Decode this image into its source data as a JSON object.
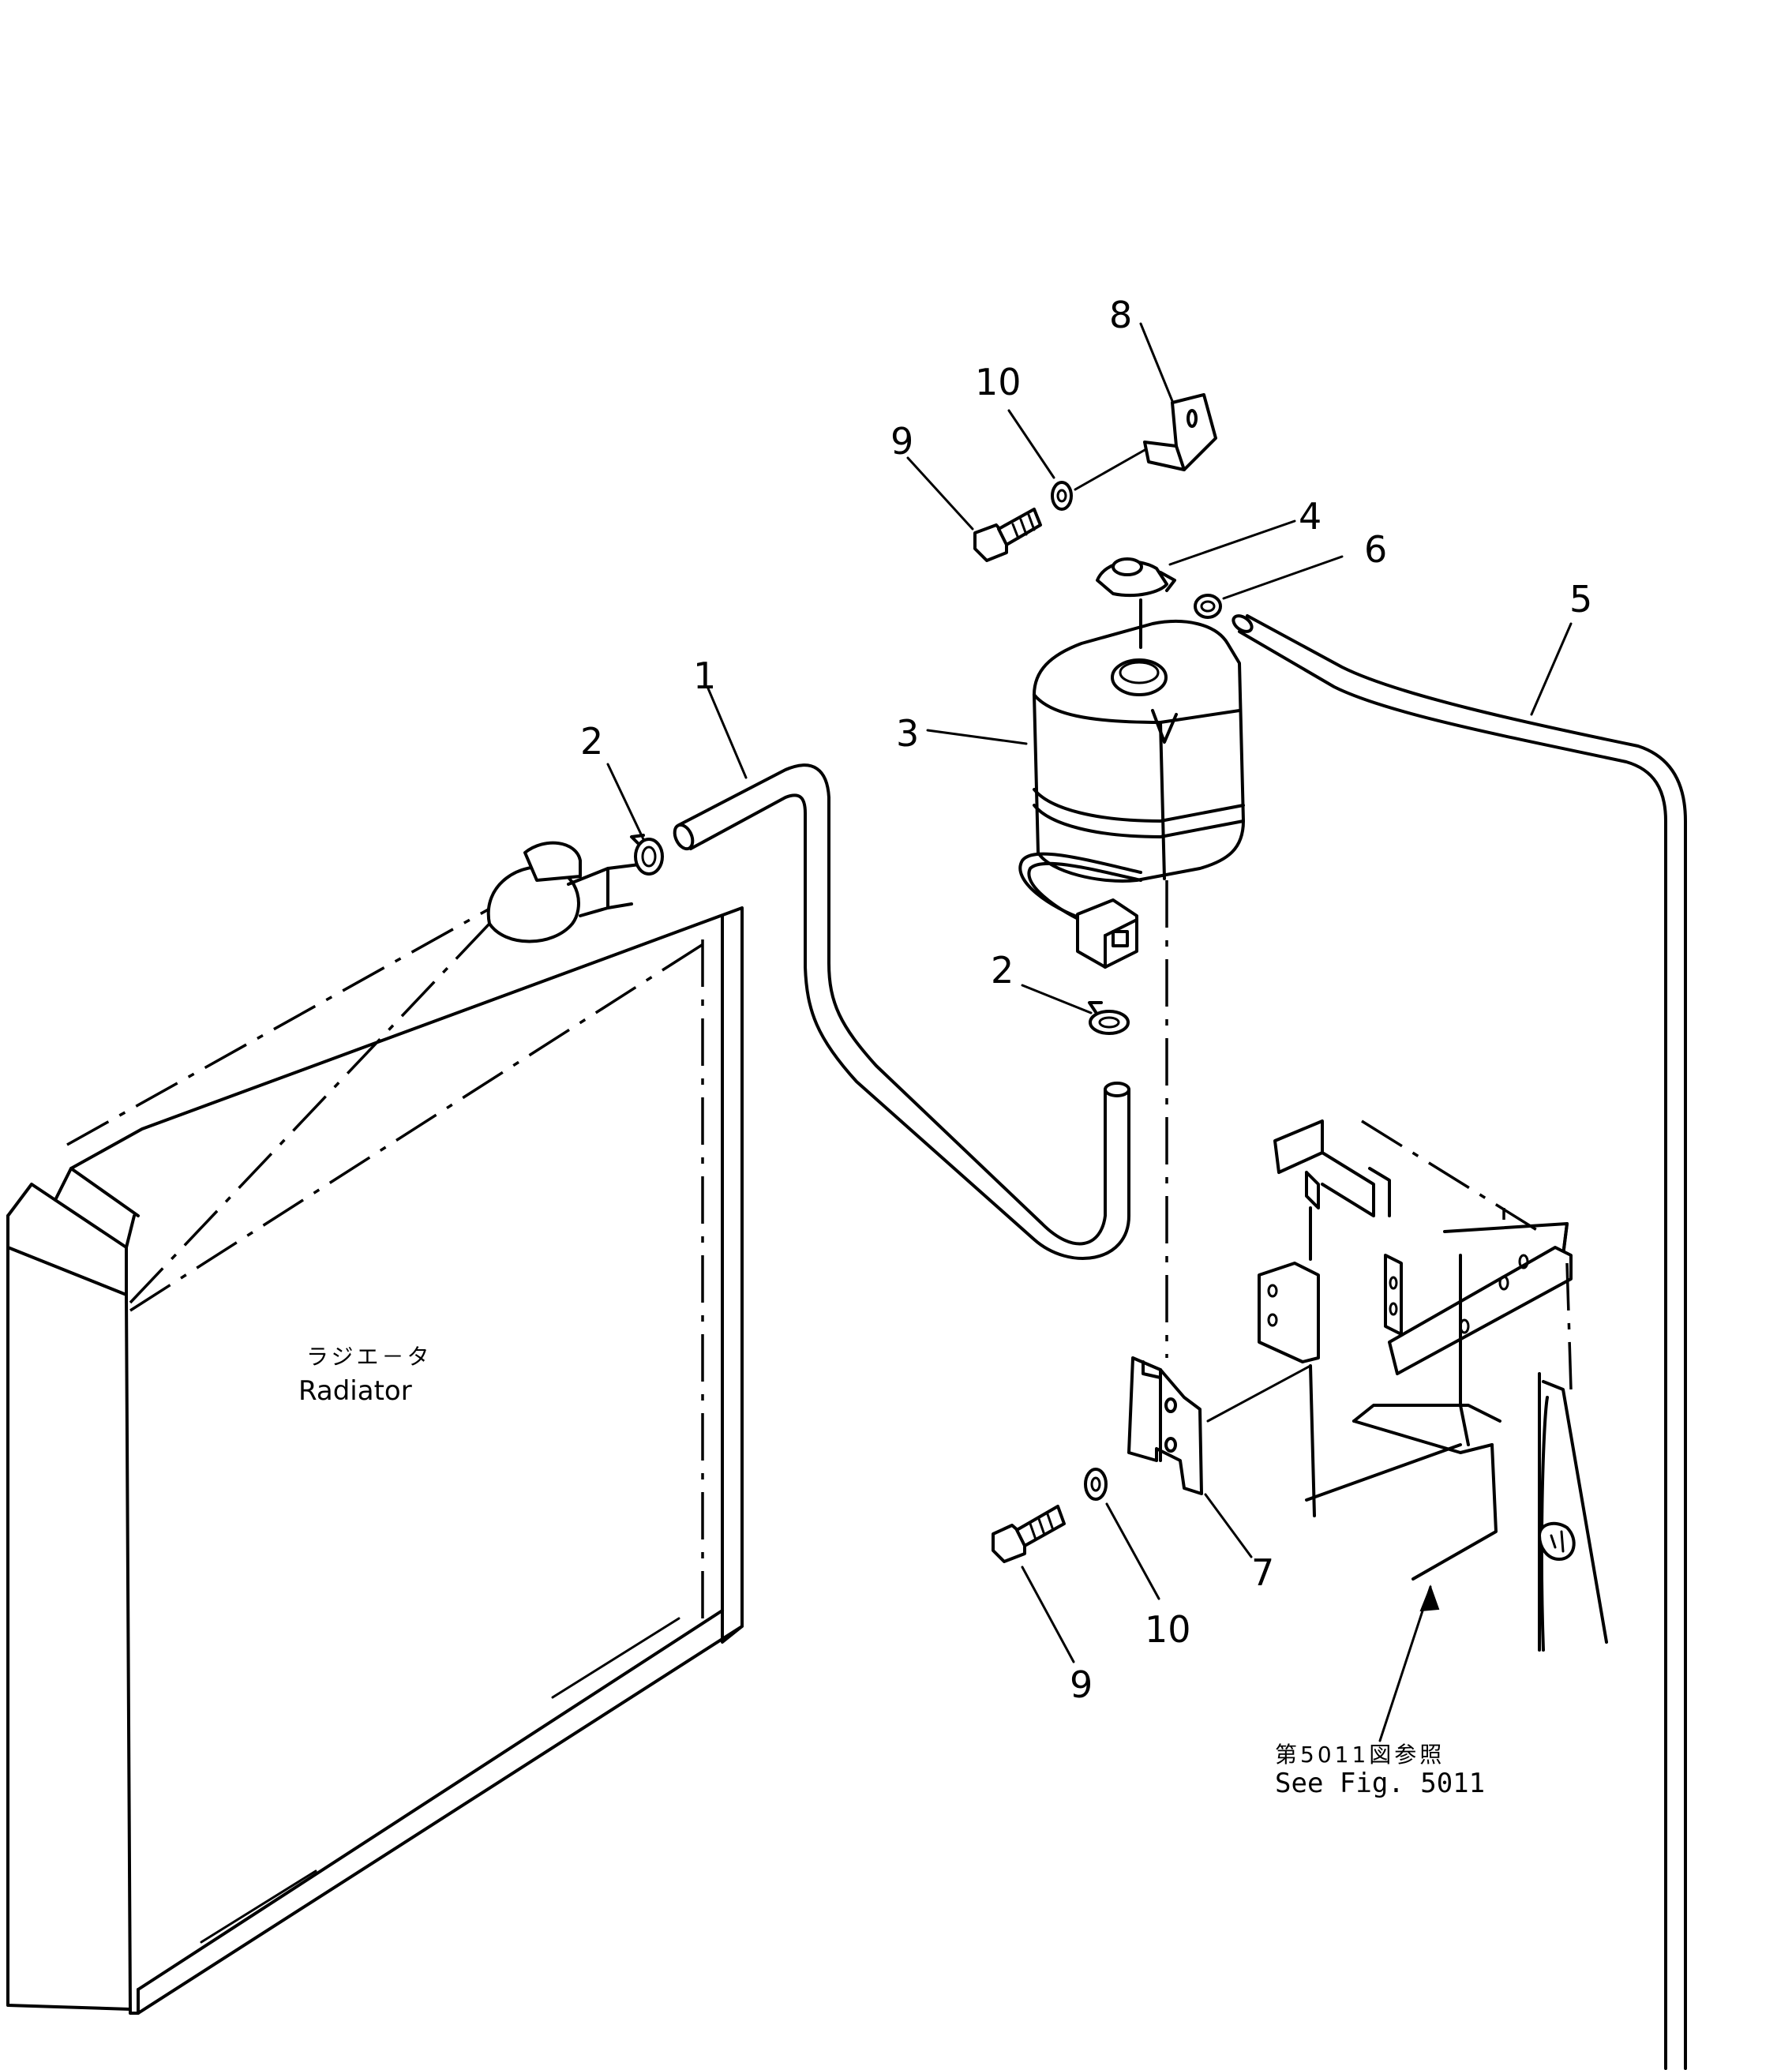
{
  "callouts": {
    "c1": "1",
    "c2a": "2",
    "c2b": "2",
    "c3": "3",
    "c4": "4",
    "c5": "5",
    "c6": "6",
    "c7": "7",
    "c8": "8",
    "c9a": "9",
    "c9b": "9",
    "c10a": "10",
    "c10b": "10"
  },
  "radiator": {
    "label_jp": "ラジエ－タ",
    "label_en": "Radiator"
  },
  "reference": {
    "label_jp": "第5011図参照",
    "label_en": "See Fig. 5011"
  }
}
